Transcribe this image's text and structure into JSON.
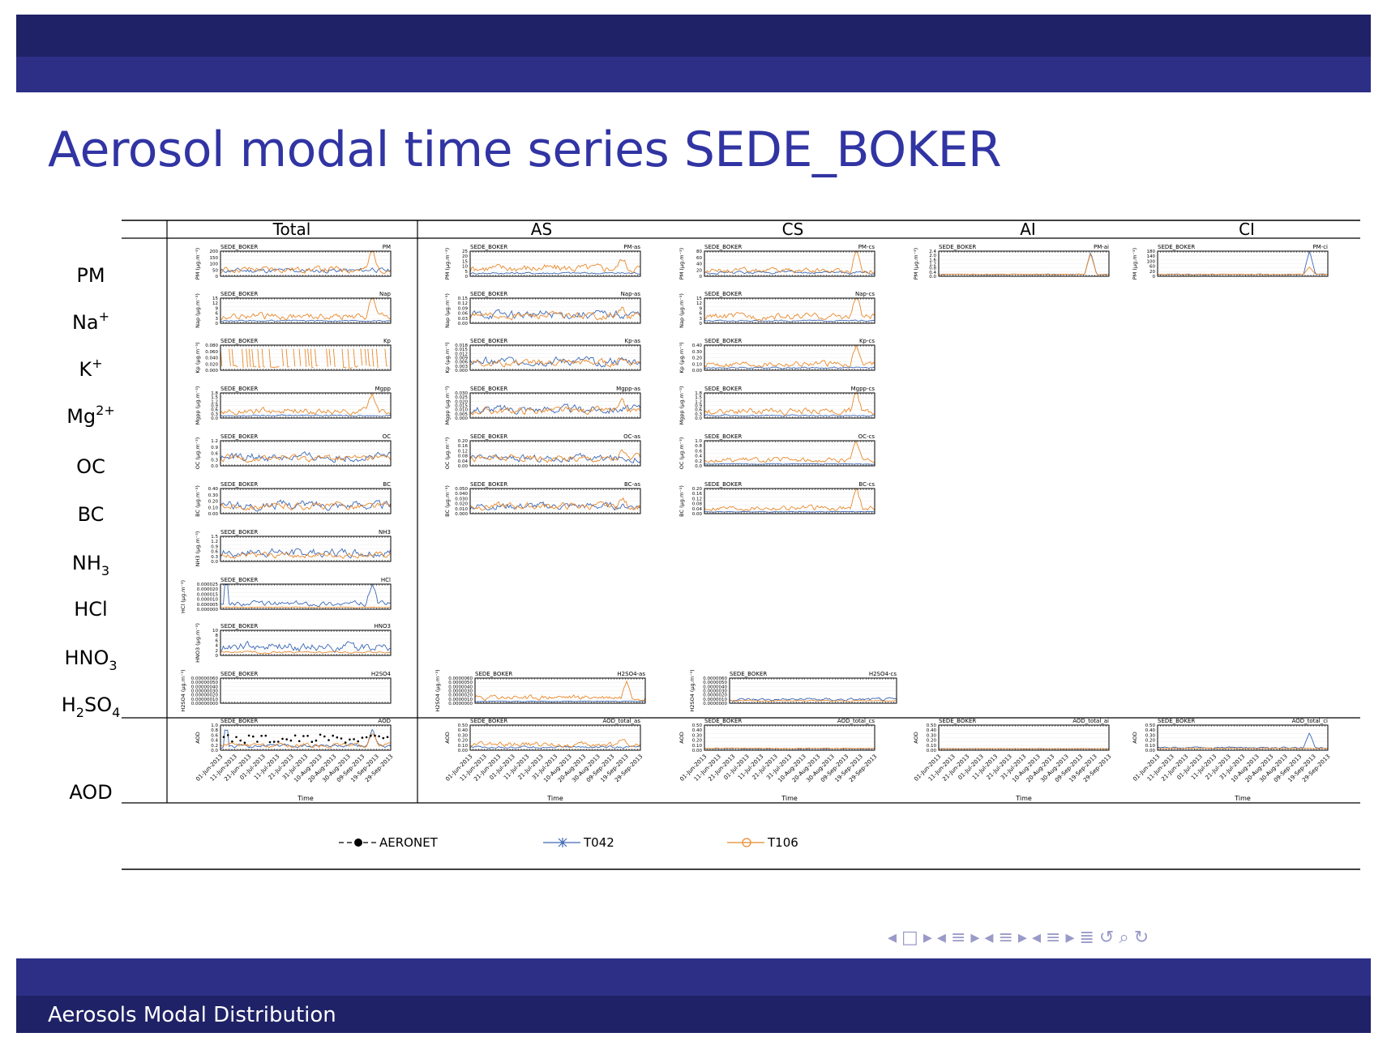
{
  "slide": {
    "title": "Aerosol modal time series SEDE_BOKER",
    "footer": "Aerosols Modal Distribution"
  },
  "colors": {
    "header_dark": "#1f2266",
    "header_light": "#2d2f87",
    "title": "#3134a3",
    "aeronet": "#000000",
    "t042": "#3d68b5",
    "t106": "#e8892c"
  },
  "nav_icons": [
    "arrow-left-icon",
    "frame-icon",
    "arrow-right-icon",
    "arrow-left-icon",
    "subsection-icon",
    "arrow-right-icon",
    "arrow-left-icon",
    "section-icon",
    "arrow-right-icon",
    "arrow-left-icon",
    "toc-icon",
    "arrow-right-icon",
    "align-icon",
    "undo-icon",
    "search-icon",
    "redo-icon"
  ],
  "chart_data": {
    "type": "line",
    "columns": [
      "Total",
      "AS",
      "CS",
      "AI",
      "CI"
    ],
    "rows": [
      {
        "label": "PM"
      },
      {
        "label": "Na",
        "sup": "+"
      },
      {
        "label": "K",
        "sup": "+"
      },
      {
        "label": "Mg",
        "sup": "2+"
      },
      {
        "label": "OC"
      },
      {
        "label": "BC"
      },
      {
        "label": "NH",
        "sub": "3"
      },
      {
        "label": "HCl"
      },
      {
        "label": "HNO",
        "sub": "3"
      },
      {
        "label": "H",
        "sub": "2",
        "mid": "SO",
        "sub2": "4"
      },
      {
        "label": "AOD"
      }
    ],
    "station": "SEDE_BOKER",
    "xlabel": "Time",
    "x_ticks": [
      "01-Jun-2013",
      "11-Jun-2013",
      "21-Jun-2013",
      "01-Jul-2013",
      "11-Jul-2013",
      "21-Jul-2013",
      "31-Jul-2013",
      "10-Aug-2013",
      "20-Aug-2013",
      "30-Aug-2013",
      "09-Sep-2013",
      "19-Sep-2013",
      "29-Sep-2013"
    ],
    "legend": [
      {
        "name": "AERONET",
        "color": "#000000",
        "marker": "dot"
      },
      {
        "name": "T042",
        "color": "#3d68b5",
        "marker": "star"
      },
      {
        "name": "T106",
        "color": "#e8892c",
        "marker": "circle"
      }
    ],
    "panels": [
      {
        "id": "pm-total",
        "row": 0,
        "col": 0,
        "label": "PM",
        "ylabel": "PM (µg.m⁻³)",
        "ticks": [
          "200",
          "150",
          "100",
          "50",
          "0"
        ],
        "amp": [
          0.35,
          0.45
        ],
        "spike": [
          0.1,
          0.85
        ]
      },
      {
        "id": "pm-as",
        "row": 0,
        "col": 1,
        "label": "PM-as",
        "ylabel": "PM (µg.m⁻³)",
        "ticks": [
          "25",
          "20",
          "15",
          "10",
          "5",
          "0"
        ],
        "amp": [
          0.15,
          0.55
        ],
        "spike": [
          0,
          0.4
        ]
      },
      {
        "id": "pm-cs",
        "row": 0,
        "col": 2,
        "label": "PM-cs",
        "ylabel": "PM (µg.m⁻³)",
        "ticks": [
          "80",
          "60",
          "40",
          "20",
          "0"
        ],
        "amp": [
          0.2,
          0.35
        ],
        "spike": [
          0,
          0.9
        ]
      },
      {
        "id": "pm-ai",
        "row": 0,
        "col": 3,
        "label": "PM-ai",
        "ylabel": "PM (µg.m⁻³)",
        "ticks": [
          "2.4",
          "2.0",
          "1.6",
          "1.2",
          "0.8",
          "0.4",
          "0.0"
        ],
        "amp": [
          0.05,
          0.05
        ],
        "spike": [
          0.9,
          0.85
        ]
      },
      {
        "id": "pm-ci",
        "row": 0,
        "col": 4,
        "label": "PM-ci",
        "ylabel": "PM (µg.m⁻³)",
        "ticks": [
          "180",
          "140",
          "100",
          "60",
          "20",
          "0"
        ],
        "amp": [
          0.05,
          0.05
        ],
        "spike": [
          0.95,
          0.3
        ]
      },
      {
        "id": "nap-total",
        "row": 1,
        "col": 0,
        "label": "Nap",
        "ylabel": "Nap (µg.m⁻³)",
        "ticks": [
          "15",
          "12",
          "9",
          "6",
          "3",
          "0"
        ],
        "amp": [
          0.1,
          0.45
        ],
        "spike": [
          0,
          0.9
        ]
      },
      {
        "id": "nap-as",
        "row": 1,
        "col": 1,
        "label": "Nap-as",
        "ylabel": "Nap (µg.m⁻³)",
        "ticks": [
          "0.15",
          "0.12",
          "0.09",
          "0.06",
          "0.03",
          "0.00"
        ],
        "amp": [
          0.6,
          0.5
        ],
        "spike": [
          0,
          0.3
        ]
      },
      {
        "id": "nap-cs",
        "row": 1,
        "col": 2,
        "label": "Nap-cs",
        "ylabel": "Nap (µg.m⁻³)",
        "ticks": [
          "15",
          "12",
          "9",
          "6",
          "3",
          "0"
        ],
        "amp": [
          0.1,
          0.45
        ],
        "spike": [
          0,
          0.9
        ]
      },
      {
        "id": "kp-total",
        "row": 2,
        "col": 0,
        "label": "Kp",
        "ylabel": "Kp (µg.m⁻³)",
        "ticks": [
          "0.080",
          "0.060",
          "0.040",
          "0.020",
          "0.000"
        ],
        "amp": [
          0.0,
          0.2
        ],
        "spike": [
          0,
          0
        ],
        "sparse": true
      },
      {
        "id": "kp-as",
        "row": 2,
        "col": 1,
        "label": "Kp-as",
        "ylabel": "Kp (µg.m⁻³)",
        "ticks": [
          "0.018",
          "0.015",
          "0.012",
          "0.009",
          "0.006",
          "0.003",
          "0.000"
        ],
        "amp": [
          0.6,
          0.5
        ],
        "spike": [
          0,
          0.2
        ]
      },
      {
        "id": "kp-cs",
        "row": 2,
        "col": 2,
        "label": "Kp-cs",
        "ylabel": "Kp (µg.m⁻³)",
        "ticks": [
          "0.40",
          "0.30",
          "0.20",
          "0.10",
          "0.00"
        ],
        "amp": [
          0.1,
          0.4
        ],
        "spike": [
          0,
          0.8
        ]
      },
      {
        "id": "mgpp-total",
        "row": 3,
        "col": 0,
        "label": "Mgpp",
        "ylabel": "Mgpp (µg.m⁻³)",
        "ticks": [
          "1.8",
          "1.5",
          "1.2",
          "0.9",
          "0.6",
          "0.3",
          "0.0"
        ],
        "amp": [
          0.1,
          0.45
        ],
        "spike": [
          0,
          0.8
        ]
      },
      {
        "id": "mgpp-as",
        "row": 3,
        "col": 1,
        "label": "Mgpp-as",
        "ylabel": "Mgpp (µg.m⁻³)",
        "ticks": [
          "0.030",
          "0.025",
          "0.020",
          "0.015",
          "0.010",
          "0.005",
          "0.000"
        ],
        "amp": [
          0.6,
          0.5
        ],
        "spike": [
          0,
          0.3
        ]
      },
      {
        "id": "mgpp-cs",
        "row": 3,
        "col": 2,
        "label": "Mgpp-cs",
        "ylabel": "Mgpp (µg.m⁻³)",
        "ticks": [
          "1.8",
          "1.5",
          "1.2",
          "0.9",
          "0.6",
          "0.3",
          "0.0"
        ],
        "amp": [
          0.1,
          0.45
        ],
        "spike": [
          0,
          0.8
        ]
      },
      {
        "id": "oc-total",
        "row": 4,
        "col": 0,
        "label": "OC",
        "ylabel": "OC (µg.m⁻³)",
        "ticks": [
          "1.2",
          "0.9",
          "0.6",
          "0.3",
          "0.0"
        ],
        "amp": [
          0.6,
          0.5
        ],
        "spike": [
          0,
          0
        ]
      },
      {
        "id": "oc-as",
        "row": 4,
        "col": 1,
        "label": "OC-as",
        "ylabel": "OC (µg.m⁻³)",
        "ticks": [
          "0.20",
          "0.16",
          "0.12",
          "0.08",
          "0.04",
          "0.00"
        ],
        "amp": [
          0.5,
          0.5
        ],
        "spike": [
          0,
          0.3
        ]
      },
      {
        "id": "oc-cs",
        "row": 4,
        "col": 2,
        "label": "OC-cs",
        "ylabel": "OC (µg.m⁻³)",
        "ticks": [
          "1.0",
          "0.8",
          "0.6",
          "0.4",
          "0.2",
          "0.0"
        ],
        "amp": [
          0.05,
          0.35
        ],
        "spike": [
          0,
          0.8
        ]
      },
      {
        "id": "bc-total",
        "row": 5,
        "col": 0,
        "label": "BC",
        "ylabel": "BC (µg.m⁻³)",
        "ticks": [
          "0.40",
          "0.30",
          "0.20",
          "0.10",
          "0.00"
        ],
        "amp": [
          0.6,
          0.5
        ],
        "spike": [
          0,
          0
        ]
      },
      {
        "id": "bc-as",
        "row": 5,
        "col": 1,
        "label": "BC-as",
        "ylabel": "BC (µg.m⁻³)",
        "ticks": [
          "0.050",
          "0.040",
          "0.030",
          "0.020",
          "0.010",
          "0.000"
        ],
        "amp": [
          0.5,
          0.5
        ],
        "spike": [
          0,
          0.3
        ]
      },
      {
        "id": "bc-cs",
        "row": 5,
        "col": 2,
        "label": "BC-cs",
        "ylabel": "BC (µg.m⁻³)",
        "ticks": [
          "0.20",
          "0.16",
          "0.12",
          "0.08",
          "0.04",
          "0.00"
        ],
        "amp": [
          0.05,
          0.35
        ],
        "spike": [
          0,
          0.8
        ]
      },
      {
        "id": "nh3-total",
        "row": 6,
        "col": 0,
        "label": "NH3",
        "ylabel": "NH3 (µg.m⁻³)",
        "ticks": [
          "1.5",
          "1.2",
          "0.9",
          "0.6",
          "0.3",
          "0.0"
        ],
        "amp": [
          0.6,
          0.4
        ],
        "spike": [
          0,
          0
        ]
      },
      {
        "id": "hcl-total",
        "row": 7,
        "col": 0,
        "label": "HCl",
        "ylabel": "HCl (µg.m⁻³)",
        "ticks": [
          "0.000025",
          "0.000020",
          "0.000015",
          "0.000010",
          "0.000005",
          "0.000000"
        ],
        "amp": [
          0.35,
          0.05
        ],
        "spike": [
          0.9,
          0
        ]
      },
      {
        "id": "hno3-total",
        "row": 8,
        "col": 0,
        "label": "HNO3",
        "ylabel": "HNO3 (µg.m⁻³)",
        "ticks": [
          "10",
          "8",
          "6",
          "4",
          "2",
          "0"
        ],
        "amp": [
          0.6,
          0.15
        ],
        "spike": [
          0,
          0
        ]
      },
      {
        "id": "h2so4-total",
        "row": 9,
        "col": 0,
        "label": "H2SO4",
        "ylabel": "H2SO4 (µg.m⁻³)",
        "ticks": [
          "0.00000060",
          "0.00000050",
          "0.00000040",
          "0.00000030",
          "0.00000020",
          "0.00000010",
          "0.00000000"
        ],
        "amp": [
          0,
          0
        ],
        "spike": [
          0,
          0
        ]
      },
      {
        "id": "h2so4-as",
        "row": 9,
        "col": 1,
        "label": "H2SO4-as",
        "ylabel": "H2SO4 (µg.m⁻³)",
        "ticks": [
          "0.0000060",
          "0.0000050",
          "0.0000040",
          "0.0000030",
          "0.0000020",
          "0.0000010",
          "0.0000000"
        ],
        "amp": [
          0.05,
          0.35
        ],
        "spike": [
          0,
          0.7
        ]
      },
      {
        "id": "h2so4-cs",
        "row": 9,
        "col": 2,
        "label": "H2SO4-cs",
        "ylabel": "H2SO4 (µg.m⁻³)",
        "ticks": [
          "0.0000060",
          "0.0000050",
          "0.0000040",
          "0.0000030",
          "0.0000020",
          "0.0000010",
          "0.0000000"
        ],
        "amp": [
          0.2,
          0.1
        ],
        "spike": [
          0,
          0
        ]
      },
      {
        "id": "aod-total",
        "row": 10,
        "col": 0,
        "label": "AOD",
        "ylabel": "AOD",
        "ticks": [
          "1.0",
          "0.8",
          "0.6",
          "0.4",
          "0.2",
          "0.0"
        ],
        "amp": [
          0.25,
          0.3
        ],
        "spike": [
          0.6,
          0.5
        ],
        "aeronet": true
      },
      {
        "id": "aod-as",
        "row": 10,
        "col": 1,
        "label": "AOD_total_as",
        "ylabel": "AOD",
        "ticks": [
          "0.50",
          "0.40",
          "0.30",
          "0.20",
          "0.10",
          "0.00"
        ],
        "amp": [
          0.15,
          0.35
        ],
        "spike": [
          0,
          0.3
        ]
      },
      {
        "id": "aod-cs",
        "row": 10,
        "col": 2,
        "label": "AOD_total_cs",
        "ylabel": "AOD",
        "ticks": [
          "0.50",
          "0.40",
          "0.30",
          "0.20",
          "0.10",
          "0.00"
        ],
        "amp": [
          0.03,
          0.05
        ],
        "spike": [
          0,
          0
        ]
      },
      {
        "id": "aod-ai",
        "row": 10,
        "col": 3,
        "label": "AOD_total_ai",
        "ylabel": "AOD",
        "ticks": [
          "0.50",
          "0.40",
          "0.30",
          "0.20",
          "0.10",
          "0.00"
        ],
        "amp": [
          0.02,
          0.02
        ],
        "spike": [
          0,
          0
        ]
      },
      {
        "id": "aod-ci",
        "row": 10,
        "col": 4,
        "label": "AOD_total_ci",
        "ylabel": "AOD",
        "ticks": [
          "0.50",
          "0.40",
          "0.30",
          "0.20",
          "0.10",
          "0.00"
        ],
        "amp": [
          0.1,
          0.05
        ],
        "spike": [
          0.6,
          0
        ]
      }
    ]
  }
}
